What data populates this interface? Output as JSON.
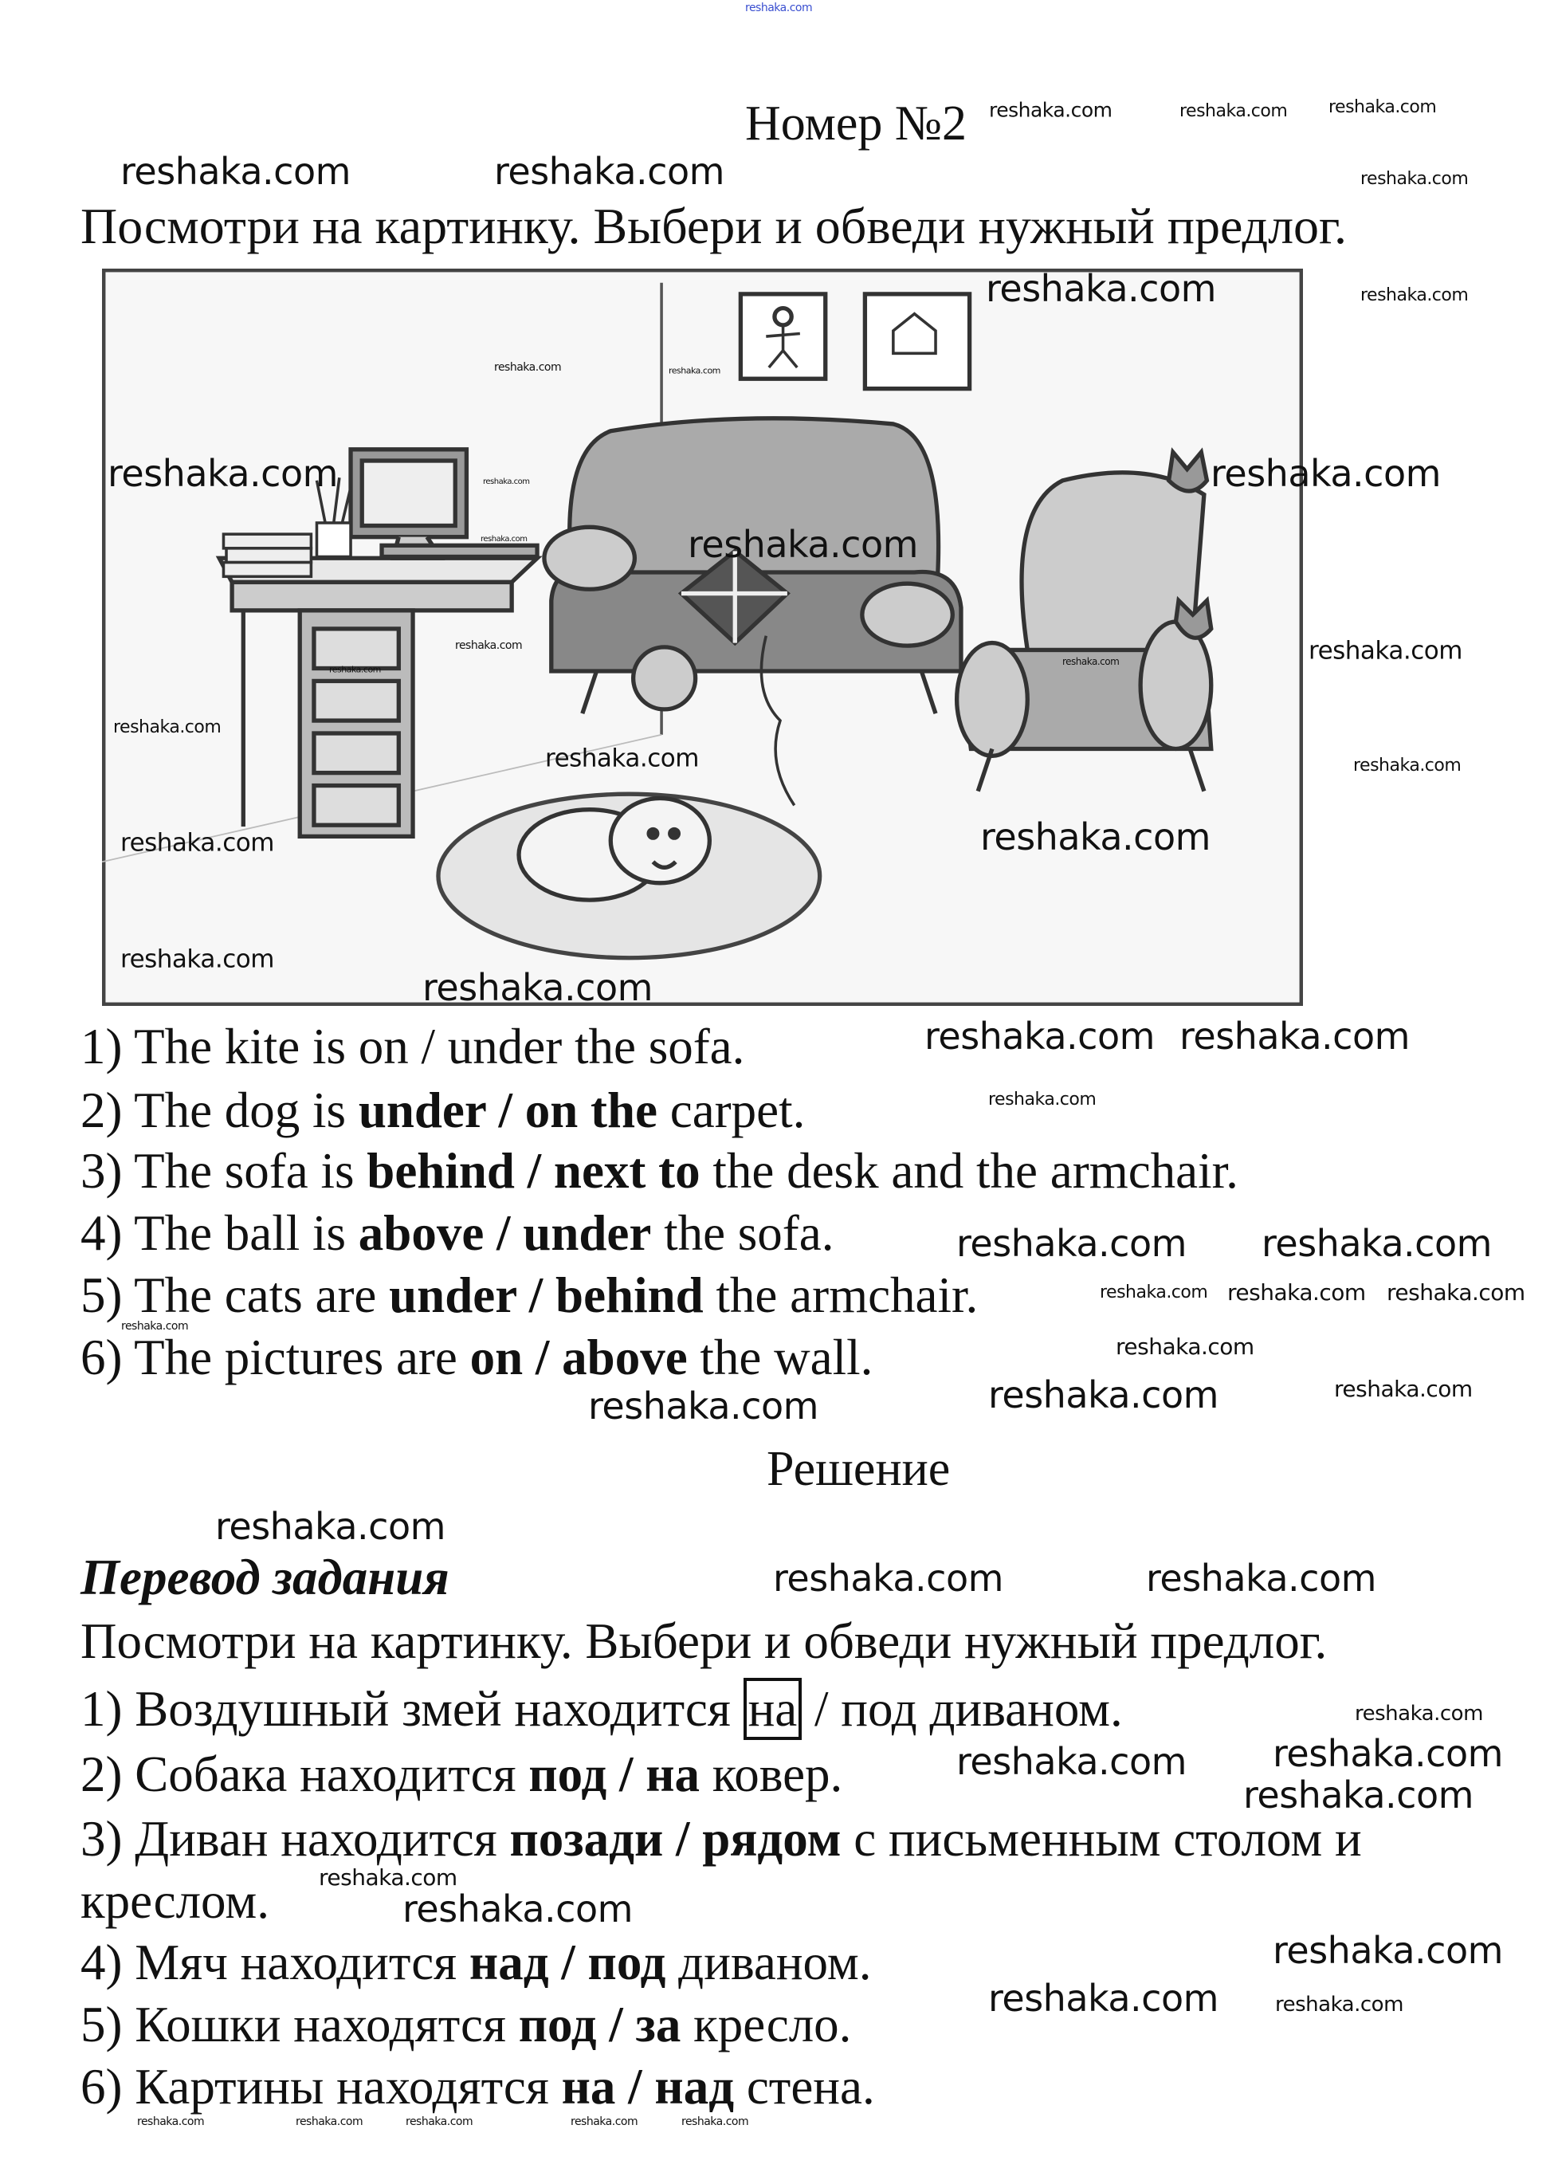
{
  "watermark": "reshaka.com",
  "header": {
    "title": "Номер №2"
  },
  "exercise": {
    "instruction": "Посмотри на картинку. Выбери и обведи нужный предлог.",
    "sentences": [
      {
        "num": "1) ",
        "parts": [
          {
            "t": "The kite is on / under the sofa."
          }
        ]
      },
      {
        "num": "2) ",
        "parts": [
          {
            "t": "The dog is "
          },
          {
            "t": "under / on the"
          },
          {
            "t": " carpet."
          }
        ]
      },
      {
        "num": "3) ",
        "parts": [
          {
            "t": "The sofa is "
          },
          {
            "t": "behind / next to"
          },
          {
            "t": " the desk and the armchair."
          }
        ]
      },
      {
        "num": "4) ",
        "parts": [
          {
            "t": "The ball is "
          },
          {
            "t": "above / under"
          },
          {
            "t": " the sofa."
          }
        ]
      },
      {
        "num": "5) ",
        "parts": [
          {
            "t": "The cats are "
          },
          {
            "t": "under / behind"
          },
          {
            "t": " the armchair."
          }
        ]
      },
      {
        "num": "6) ",
        "parts": [
          {
            "t": "The pictures are "
          },
          {
            "t": "on / above"
          },
          {
            "t": " the wall."
          }
        ]
      }
    ]
  },
  "solution": {
    "heading": "Решение",
    "subheading": "Перевод задания",
    "instruction": "Посмотри на картинку. Выбери и обведи нужный предлог.",
    "sentences": [
      {
        "num": "1) ",
        "parts": [
          {
            "t": "Воздушный змей находится "
          },
          {
            "t": "на"
          },
          {
            "t": " / под диваном."
          }
        ]
      },
      {
        "num": "2) ",
        "parts": [
          {
            "t": "Собака находится "
          },
          {
            "t": "под / на"
          },
          {
            "t": " ковер."
          }
        ]
      },
      {
        "num": "3) ",
        "parts": [
          {
            "t": "Диван находится "
          },
          {
            "t": "позади / рядом"
          },
          {
            "t": " с письменным столом и"
          }
        ],
        "continuation": "креслом."
      },
      {
        "num": "4) ",
        "parts": [
          {
            "t": "Мяч находится "
          },
          {
            "t": "над / под"
          },
          {
            "t": " диваном."
          }
        ]
      },
      {
        "num": "5) ",
        "parts": [
          {
            "t": "Кошки находятся "
          },
          {
            "t": "под / за"
          },
          {
            "t": " кресло."
          }
        ]
      },
      {
        "num": "6) ",
        "parts": [
          {
            "t": "Картины находятся "
          },
          {
            "t": "на / над"
          },
          {
            "t": " стена."
          }
        ]
      }
    ]
  }
}
